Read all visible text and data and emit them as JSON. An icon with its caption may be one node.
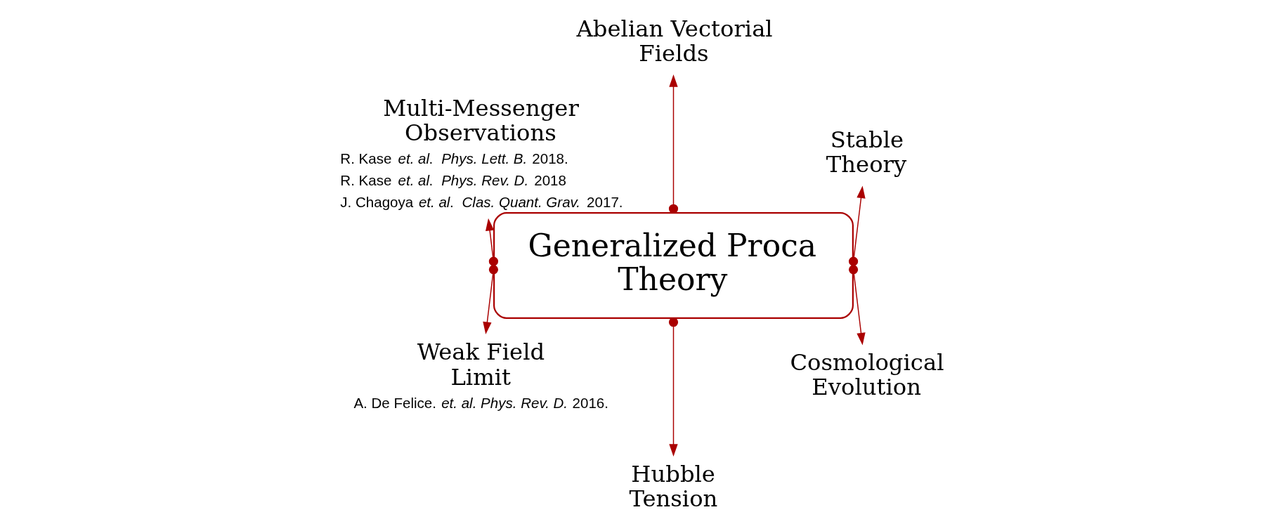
{
  "diagram": {
    "nodes": [
      {
        "text": [
          "Generalized Proca Theory"
        ]
      },
      {
        "text": [
          "Abelian Vectorial Fields"
        ]
      },
      {
        "text": [
          "Multi-Messenger Observations"
        ],
        "beside": [
          "R. Kase *et. al*. *Phys. Lett. B.* 2018.",
          "R. Kase *et. al*. *Phys. Rev. D.* 2018",
          "J. Chagoya *et. al*. *Clas. Quant. Grav.* 2017."
        ]
      },
      {
        "text": [
          "Stable Theory"
        ]
      },
      {
        "text": [
          "Weak Field Limit"
        ],
        "beside": [
          "A. De Felice. *et. al. Phys. Rev. D.* 2016."
        ]
      },
      {
        "text": [
          "Cosmological Evolution"
        ]
      },
      {
        "text": [
          "Hubble Tension"
        ]
      }
    ],
    "edges": [
      {
        "from": 0,
        "to": 1,
        "arrow": "to"
      },
      {
        "from": 0,
        "to": 2,
        "arrow": "to"
      },
      {
        "from": 0,
        "to": 3,
        "arrow": "to"
      },
      {
        "from": 0,
        "to": 4,
        "arrow": "to"
      },
      {
        "from": 0,
        "to": 5,
        "arrow": "to"
      },
      {
        "from": 0,
        "to": 6,
        "arrow": "to"
      }
    ]
  }
}
